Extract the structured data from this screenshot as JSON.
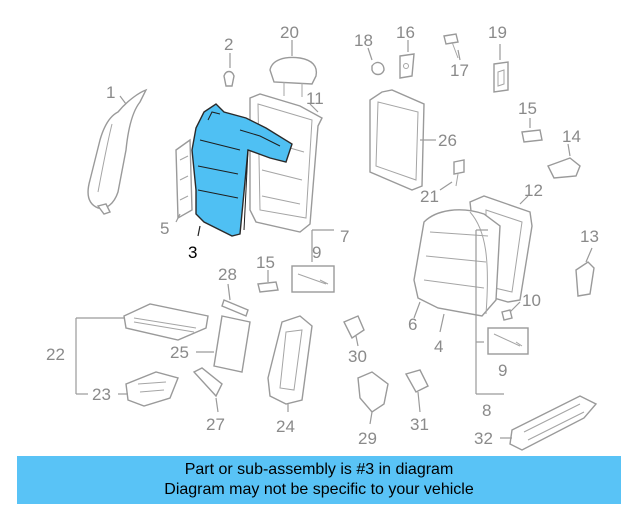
{
  "diagram": {
    "highlighted_part": "3",
    "colors": {
      "highlight": "#4fc0f3",
      "banner": "#59c3f6",
      "line": "#9a9a9a"
    },
    "labels": {
      "p1": "1",
      "p2": "2",
      "p3": "3",
      "p4": "4",
      "p5": "5",
      "p6": "6",
      "p7": "7",
      "p8": "8",
      "p9a": "9",
      "p9b": "9",
      "p10": "10",
      "p11": "11",
      "p12": "12",
      "p13": "13",
      "p14": "14",
      "p15a": "15",
      "p15b": "15",
      "p16": "16",
      "p17": "17",
      "p18": "18",
      "p19": "19",
      "p20": "20",
      "p21": "21",
      "p22": "22",
      "p23": "23",
      "p24": "24",
      "p25": "25",
      "p26": "26",
      "p27": "27",
      "p28": "28",
      "p29": "29",
      "p30": "30",
      "p31": "31",
      "p32": "32"
    }
  },
  "banner": {
    "line1": "Part or sub-assembly is #3 in diagram",
    "line2": "Diagram may not be specific to your vehicle"
  }
}
